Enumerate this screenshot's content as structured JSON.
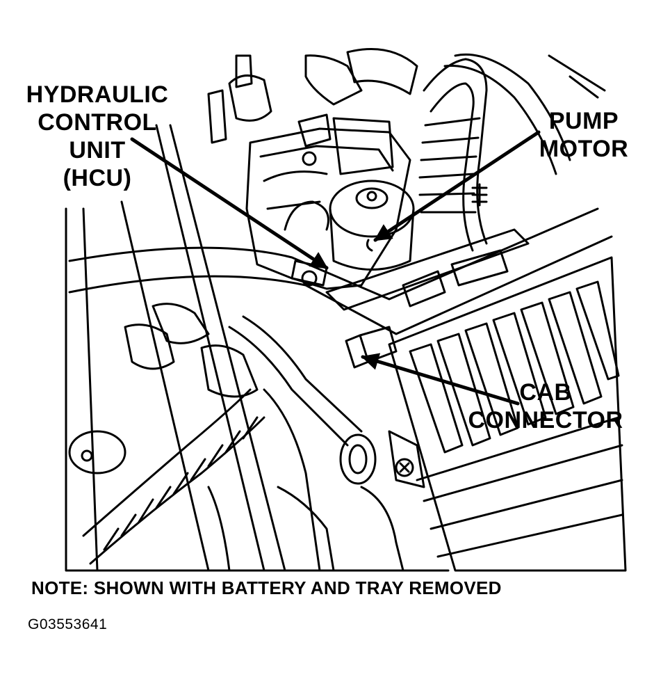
{
  "diagram": {
    "callouts": {
      "hcu": [
        "HYDRAULIC",
        "CONTROL",
        "UNIT",
        "(HCU)"
      ],
      "pump_motor": [
        "PUMP",
        "MOTOR"
      ],
      "cab_connector": [
        "CAB",
        "CONNECTOR"
      ]
    },
    "note": "NOTE: SHOWN WITH BATTERY AND TRAY REMOVED",
    "figure_id": "G03553641"
  },
  "colors": {
    "ink": "#000000",
    "paper": "#ffffff"
  }
}
